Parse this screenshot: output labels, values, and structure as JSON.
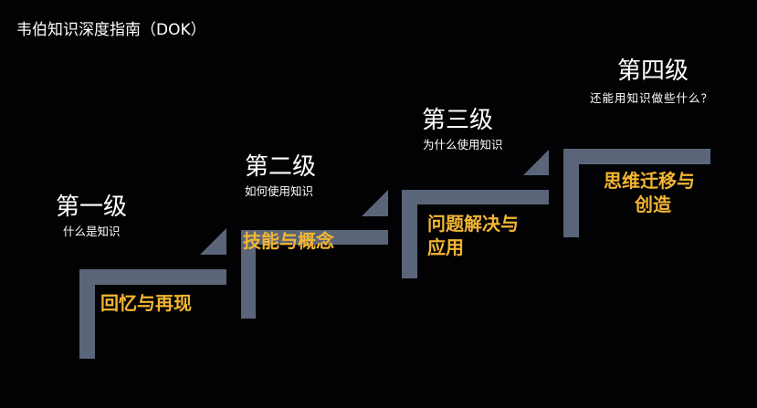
{
  "title": "韦伯知识深度指南（DOK）",
  "colors": {
    "step": "#5b6579",
    "skill": "#f2b632",
    "text": "#ffffff",
    "background": "#020204"
  },
  "levels": [
    {
      "name": "第一级",
      "question": "什么是知识",
      "skill_lines": [
        "回忆与再现"
      ]
    },
    {
      "name": "第二级",
      "question": "如何使用知识",
      "skill_lines": [
        "技能与概念"
      ]
    },
    {
      "name": "第三级",
      "question": "为什么使用知识",
      "skill_lines": [
        "问题解决与",
        "应用"
      ]
    },
    {
      "name": "第四级",
      "question": "还能用知识做些什么？",
      "skill_lines": [
        "思维迁移与",
        "创造"
      ]
    }
  ]
}
